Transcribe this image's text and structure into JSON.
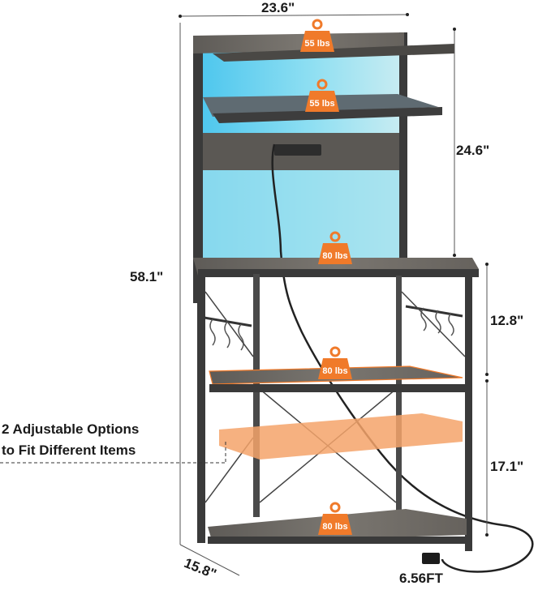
{
  "dimensions": {
    "width": "23.6\"",
    "total_height": "58.1\"",
    "hutch_height": "24.6\"",
    "upper_shelf_gap": "12.8\"",
    "lower_shelf_gap": "17.1\"",
    "depth": "15.8\"",
    "cord_length": "6.56FT"
  },
  "weights": {
    "top_shelf": "55 lbs",
    "second_shelf": "55 lbs",
    "desktop": "80 lbs",
    "middle_shelf": "80 lbs",
    "bottom_shelf": "80 lbs"
  },
  "note": {
    "line1": "2 Adjustable Options",
    "line2": "to Fit Different Items"
  },
  "colors": {
    "frame": "#3a3a3a",
    "wood": "#6e6b66",
    "led_glow": "#5ec8e6",
    "weight_badge": "#f07a2a",
    "adjustable_highlight": "#f5a36a"
  }
}
